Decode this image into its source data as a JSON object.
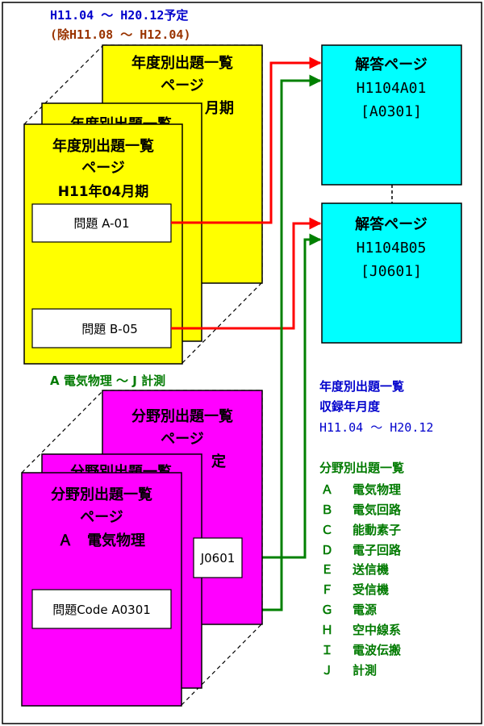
{
  "header": {
    "range_line": "H11.04 ～ H20.12予定",
    "exclusion_line": "(除H11.08 ～ H12.04)"
  },
  "year_pages": {
    "back_title_1": "年度別出題一覧",
    "back_title_2": "ページ",
    "back_period_fragment": "月期",
    "mid_title_fragment": "年度別出題一覧",
    "front_title_1": "年度別出題一覧",
    "front_title_2": "ページ",
    "front_period": "H11年04月期",
    "item_a": "問題 A-01",
    "item_b": "問題 B-05"
  },
  "answer_pages": [
    {
      "title": "解答ページ",
      "code": "H1104A01",
      "bracket": "[A0301]"
    },
    {
      "title": "解答ページ",
      "code": "H1104B05",
      "bracket": "[J0601]"
    }
  ],
  "field_header": "A 電気物理 ～ J 計測",
  "field_pages": {
    "back_title_1": "分野別出題一覧",
    "back_title_2": "ページ",
    "back_fragment": "定",
    "mid_title_fragment": "分野別出題一覧",
    "item_j": "J0601",
    "front_title_1": "分野別出題一覧",
    "front_title_2": "ページ",
    "front_field": "Ａ　電気物理",
    "item_a": "問題Code A0301"
  },
  "info": {
    "title": "年度別出題一覧",
    "subtitle": "収録年月度",
    "range": "H11.04 ～ H20.12"
  },
  "legend": {
    "title": "分野別出題一覧",
    "items": [
      {
        "letter": "Ａ",
        "name": "電気物理"
      },
      {
        "letter": "Ｂ",
        "name": "電気回路"
      },
      {
        "letter": "Ｃ",
        "name": "能動素子"
      },
      {
        "letter": "Ｄ",
        "name": "電子回路"
      },
      {
        "letter": "Ｅ",
        "name": "送信機"
      },
      {
        "letter": "Ｆ",
        "name": "受信機"
      },
      {
        "letter": "Ｇ",
        "name": "電源"
      },
      {
        "letter": "Ｈ",
        "name": "空中線系"
      },
      {
        "letter": "Ｉ",
        "name": "電波伝搬"
      },
      {
        "letter": "Ｊ",
        "name": "計測"
      }
    ]
  },
  "colors": {
    "yellow": "#ffff00",
    "magenta": "#ff00ff",
    "cyan": "#00ffff",
    "red_arrow": "#ff0000",
    "green_arrow": "#008000",
    "blue_text": "#0000cc",
    "maroon_text": "#993300",
    "green_text": "#007a00"
  }
}
